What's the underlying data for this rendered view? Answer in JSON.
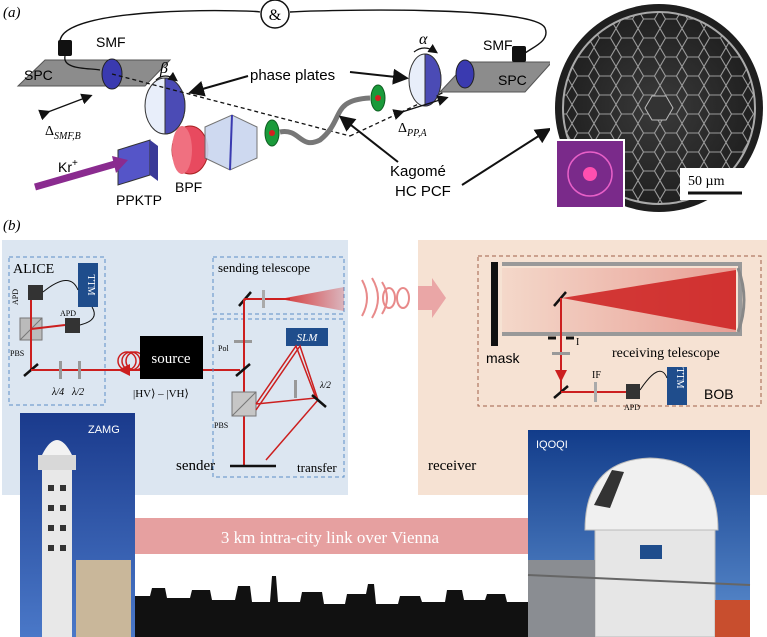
{
  "panel_a": {
    "label": "(a)",
    "and_symbol": "&",
    "smf_left": "SMF",
    "smf_right": "SMF",
    "spc_left": "SPC",
    "spc_right": "SPC",
    "beta": "β",
    "alpha": "α",
    "phase_plates": "phase plates",
    "delta_smf_base": "Δ",
    "delta_smf_sub": "SMF,B",
    "delta_pp_base": "Δ",
    "delta_pp_sub": "PP,A",
    "kr_base": "Kr",
    "kr_sup": "+",
    "bpf": "BPF",
    "ppktp": "PPKTP",
    "kagome": "Kagomé",
    "hc_pcf": "HC  PCF",
    "scalebar": "50 µm"
  },
  "panel_b": {
    "label": "(b)",
    "alice": "ALICE",
    "ttm_left": "TTM",
    "ttm_right": "TTM",
    "apd_1": "APD",
    "apd_2": "APD",
    "apd_bob": "APD",
    "pbs_left": "PBS",
    "pbs_right": "PBS",
    "lambda4": "λ/4",
    "lambda2_left": "λ/2",
    "lambda2_right": "λ/2",
    "source": "source",
    "state": "|HV⟩ – |VH⟩",
    "sending_telescope": "sending telescope",
    "pol": "Pol",
    "slm": "SLM",
    "transfer": "transfer",
    "sender": "sender",
    "mask": "mask",
    "iris": "I",
    "receiving_telescope": "receiving telescope",
    "if": "IF",
    "bob": "BOB",
    "receiver": "receiver",
    "zamg": "ZAMG",
    "iqoqi": "IQOQI",
    "banner": "3 km intra-city link over Vienna"
  },
  "colors": {
    "sender_bg": "#dce6f1",
    "receiver_bg": "#f6e2d3",
    "beam": "#cc1f1f",
    "dashed_box": "#5b8fc7",
    "ttm": "#1f4d8c",
    "banner": "#e6a0a0",
    "phase_plate": "#4b4bb5",
    "ppktp": "#5555c8",
    "bpf": "#e84a5f",
    "kr_arrow": "#8a2b8f",
    "spc_plate": "#8c8c8c"
  }
}
